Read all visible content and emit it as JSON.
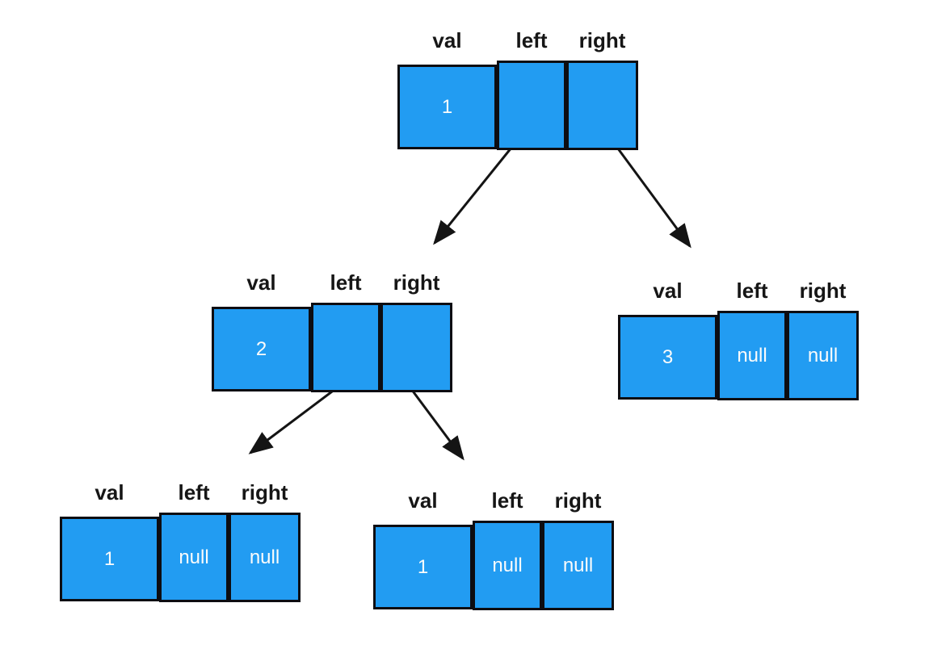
{
  "field_labels": {
    "val": "val",
    "left": "left",
    "right": "right"
  },
  "colors": {
    "background": "#ffffff",
    "box_fill": "#229cf2",
    "box_border": "#0d0d12",
    "label_text": "#161616",
    "cell_text": "#fbfbfb",
    "arrow": "#141414"
  },
  "nodes": [
    {
      "id": "root",
      "values": {
        "val": "1",
        "left": "",
        "right": ""
      }
    },
    {
      "id": "left-child",
      "values": {
        "val": "2",
        "left": "",
        "right": ""
      }
    },
    {
      "id": "right-child",
      "values": {
        "val": "3",
        "left": "null",
        "right": "null"
      }
    },
    {
      "id": "leaf-a",
      "values": {
        "val": "1",
        "left": "null",
        "right": "null"
      }
    },
    {
      "id": "leaf-b",
      "values": {
        "val": "1",
        "left": "null",
        "right": "null"
      }
    }
  ],
  "arrows": [
    {
      "name": "arrow-root-left",
      "from": "root.left",
      "to": "left-child"
    },
    {
      "name": "arrow-root-right",
      "from": "root.right",
      "to": "right-child"
    },
    {
      "name": "arrow-left-child-left",
      "from": "left-child.left",
      "to": "leaf-a"
    },
    {
      "name": "arrow-left-child-right",
      "from": "left-child.right",
      "to": "leaf-b"
    }
  ]
}
